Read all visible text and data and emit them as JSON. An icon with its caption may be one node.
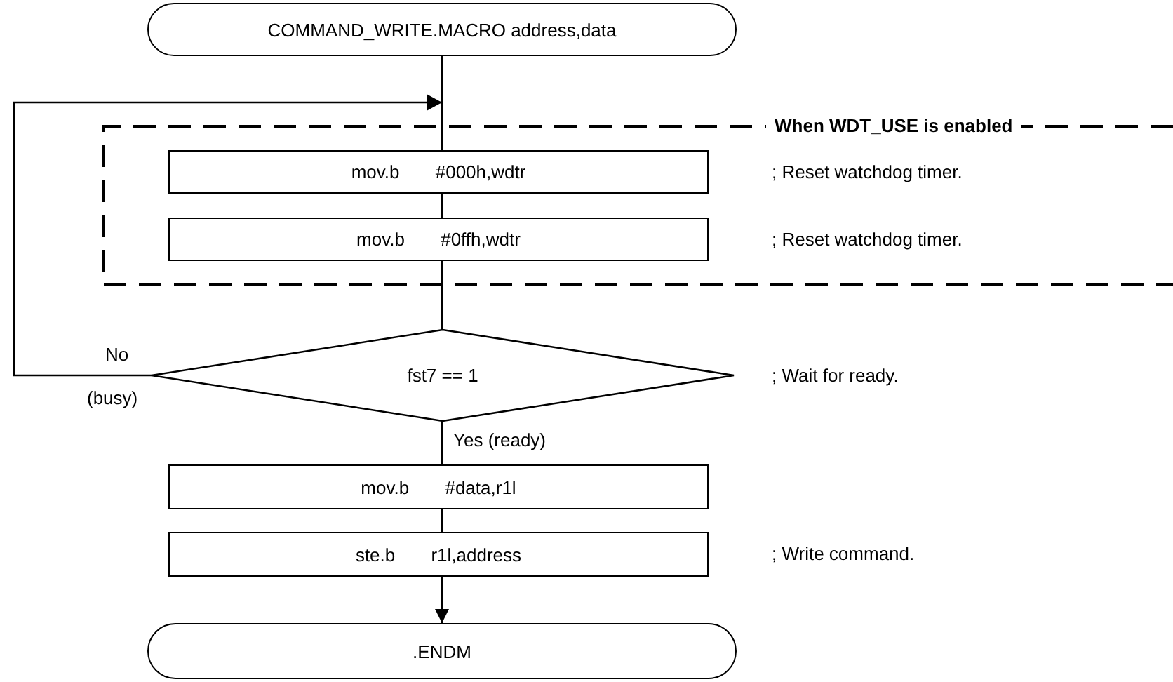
{
  "diagram": {
    "nodes": [
      {
        "text": [
          "COMMAND_WRITE.MACRO address,data"
        ]
      },
      {
        "text": [
          "When WDT_USE is enabled"
        ]
      },
      {
        "text": [
          "mov.b #000h,wdtr"
        ],
        "in": 1,
        "beside": [
          "; Reset watchdog timer."
        ]
      },
      {
        "text": [
          "mov.b #0ffh,wdtr"
        ],
        "in": 1,
        "beside": [
          "; Reset watchdog timer."
        ]
      },
      {
        "text": [
          "fst7 == 1"
        ],
        "beside": [
          "; Wait for ready."
        ]
      },
      {
        "text": [
          "mov.b #data,r1l"
        ]
      },
      {
        "text": [
          "ste.b r1l,address"
        ],
        "beside": [
          "; Write command."
        ]
      },
      {
        "text": [
          ".ENDM"
        ]
      }
    ],
    "edges": [
      {
        "from": 0,
        "to": 2,
        "arrow": "none"
      },
      {
        "from": 2,
        "to": 3,
        "arrow": "none"
      },
      {
        "from": 3,
        "to": 4,
        "arrow": "none"
      },
      {
        "from": 4,
        "to": 5,
        "arrow": "none",
        "label": "Yes (ready)"
      },
      {
        "from": 5,
        "to": 6,
        "arrow": "none"
      },
      {
        "from": 6,
        "to": 7,
        "arrow": "to"
      },
      {
        "from": 4,
        "to": 2,
        "arrow": "to",
        "label": "No"
      }
    ],
    "labels": [
      "(busy)"
    ]
  }
}
